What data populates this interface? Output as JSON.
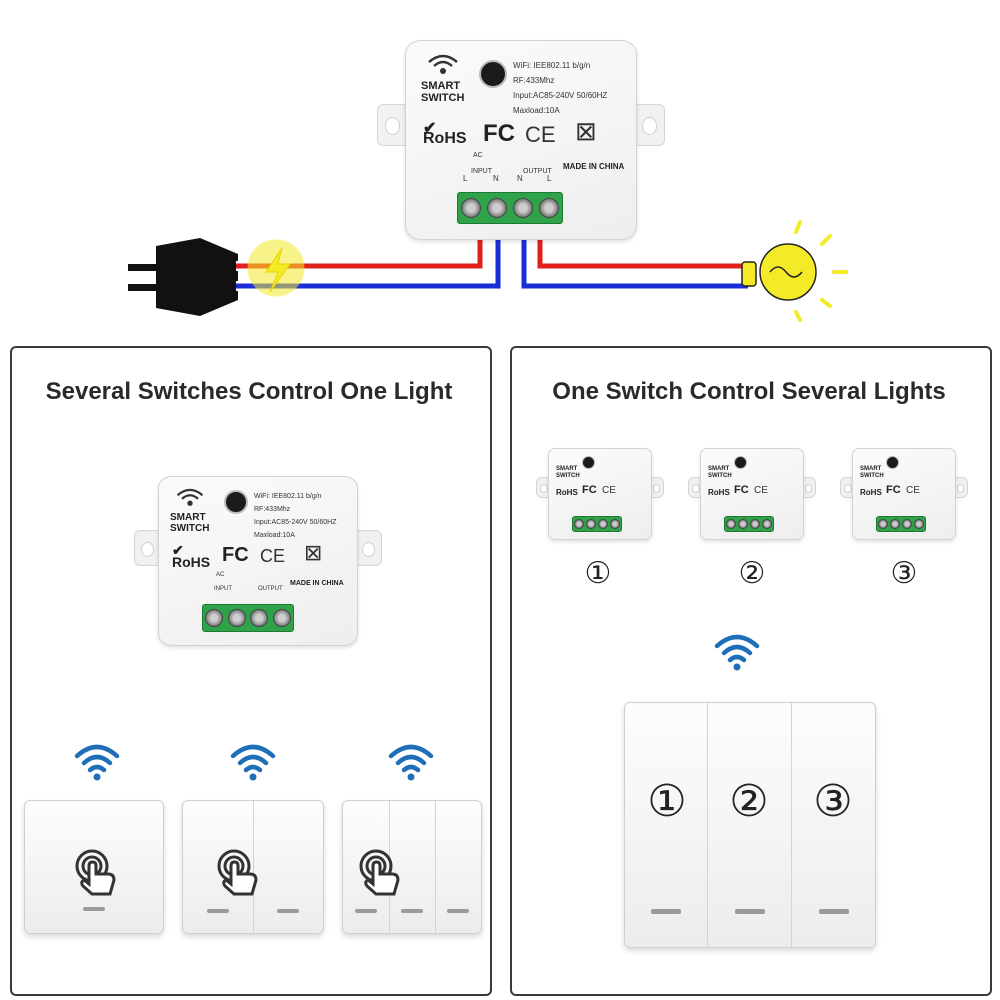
{
  "module": {
    "brand_line1": "SMART",
    "brand_line2": "SWITCH",
    "spec_wifi": "WiFi: IEE802.11 b/g/n",
    "spec_rf": "RF:433Mhz",
    "spec_input": "Input:AC85-240V 50/60HZ",
    "spec_load": "Maxload:10A",
    "rohs": "RoHS",
    "fc": "FC",
    "ce": "CE",
    "ac": "AC",
    "input_label": "INPUT",
    "output_label": "OUTPUT",
    "made_in": "MADE IN CHINA",
    "term_L": "L",
    "term_N": "N"
  },
  "left_panel": {
    "title": "Several Switches Control One Light"
  },
  "right_panel": {
    "title": "One Switch Control Several Lights"
  },
  "numbers": {
    "n1": "①",
    "n2": "②",
    "n3": "③"
  },
  "colors": {
    "live_wire": "#e0201c",
    "neutral_wire": "#1a2ed8",
    "wifi_blue": "#1e6fb8",
    "bulb_yellow": "#f4ea28"
  },
  "icons": [
    "wifi-icon",
    "plug-icon",
    "lightning-icon",
    "bulb-icon",
    "touch-hand-icon",
    "recycle-bin-icon"
  ]
}
